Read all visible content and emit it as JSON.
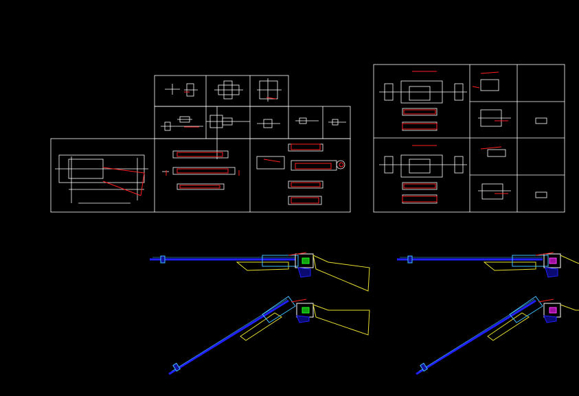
{
  "app": {
    "title": "",
    "background": "#000000"
  },
  "colors": {
    "frame": "#ffffff",
    "detail": "#ffffff",
    "highlight": "#ff2020",
    "barrel": "#2020ff",
    "barrel_light": "#40c0ff",
    "stock": "#e8e030",
    "receiver_accent": "#20ff20",
    "magenta": "#ff40ff",
    "cyan": "#20e0ff"
  },
  "sheets": [
    {
      "id": "sheet-left",
      "cells": 11
    },
    {
      "id": "sheet-right",
      "cells": 6
    }
  ],
  "assemblies": [
    {
      "id": "rifle-closed-left",
      "state": "closed"
    },
    {
      "id": "rifle-broken-left",
      "state": "broken-open"
    },
    {
      "id": "rifle-closed-right",
      "state": "closed"
    },
    {
      "id": "rifle-broken-right",
      "state": "broken-open"
    }
  ]
}
